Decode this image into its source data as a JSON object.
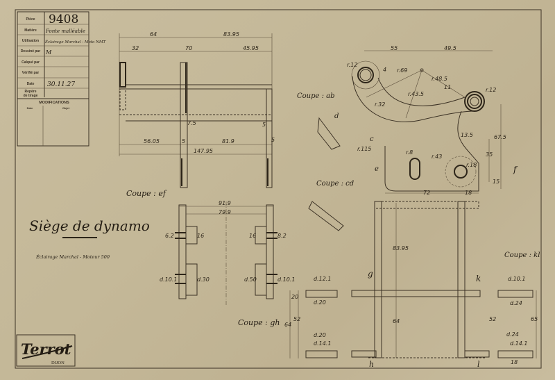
{
  "title_block": {
    "rows": [
      {
        "label": "Pièce",
        "value": "9408"
      },
      {
        "label": "Matière",
        "value": "Fonte malléable"
      },
      {
        "label": "Utilisation",
        "value": "Éclairage Marchal - Moto NMT"
      },
      {
        "label": "Dessiné par",
        "value": "M"
      },
      {
        "label": "Calqué par",
        "value": ""
      },
      {
        "label": "Vérifié par",
        "value": ""
      },
      {
        "label": "Date",
        "value": "30.11.27"
      },
      {
        "label": "Repère",
        "value": ""
      },
      {
        "label": "de tirage",
        "value": ""
      }
    ],
    "modifications": "MODIFICATIONS",
    "mod_date": "Date",
    "mod_object": "Objet"
  },
  "drawing": {
    "title": "Siège de dynamo",
    "subtitle": "Éclairage Marchal - Moteur 500",
    "logo": {
      "brand": "Terrot",
      "city": "DIJON"
    },
    "sections": [
      "Coupe : ef",
      "Coupe : gh",
      "Coupe : ab",
      "Coupe : cd",
      "Coupe : kl"
    ],
    "dims": [
      "64",
      "83.95",
      "32",
      "70",
      "45.95",
      "56.05",
      "5",
      "81.9",
      "5",
      "147.95",
      "7.5",
      "5",
      "91.9",
      "79.9",
      "16",
      "16",
      "6.2",
      "8.2",
      "d.10.1",
      "d.30",
      "d.50",
      "d.10.1",
      "55",
      "49.5",
      "r.12",
      "4",
      "r.69",
      "r.43.5",
      "r.48.5",
      "r.12",
      "r.32",
      "r.115",
      "r.43",
      "r.8",
      "r.18",
      "13.5",
      "35",
      "67.5",
      "15",
      "72",
      "18",
      "d",
      "c",
      "e",
      "f",
      "83.95",
      "64",
      "g",
      "k",
      "d.12.1",
      "d.20",
      "d.20",
      "d.14.1",
      "64",
      "52",
      "d.10.1",
      "d.24",
      "d.24",
      "d.14.1",
      "52",
      "65",
      "18",
      "h",
      "l",
      "20",
      "11"
    ]
  }
}
